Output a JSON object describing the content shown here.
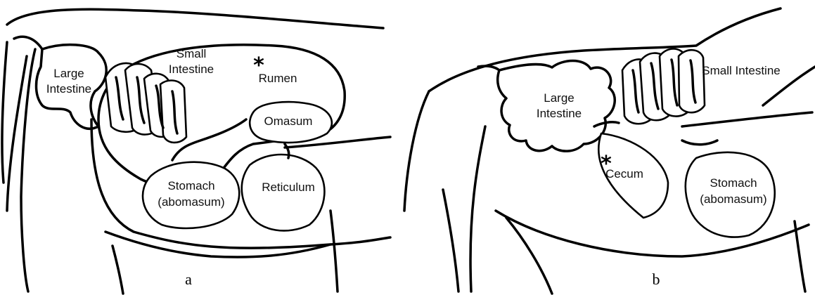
{
  "panels": [
    {
      "letter": "a",
      "labels": {
        "large_intestine": [
          "Large",
          "Intestine"
        ],
        "small_intestine": [
          "Small",
          "Intestine"
        ],
        "rumen": "Rumen",
        "omasum": "Omasum",
        "stomach": [
          "Stomach",
          "(abomasum)"
        ],
        "reticulum": "Reticulum"
      },
      "asterisk": "*"
    },
    {
      "letter": "b",
      "labels": {
        "large_intestine": [
          "Large",
          "Intestine"
        ],
        "small_intestine": "Small Intestine",
        "cecum": "Cecum",
        "stomach": [
          "Stomach",
          "(abomasum)"
        ]
      },
      "asterisk": "*"
    }
  ]
}
